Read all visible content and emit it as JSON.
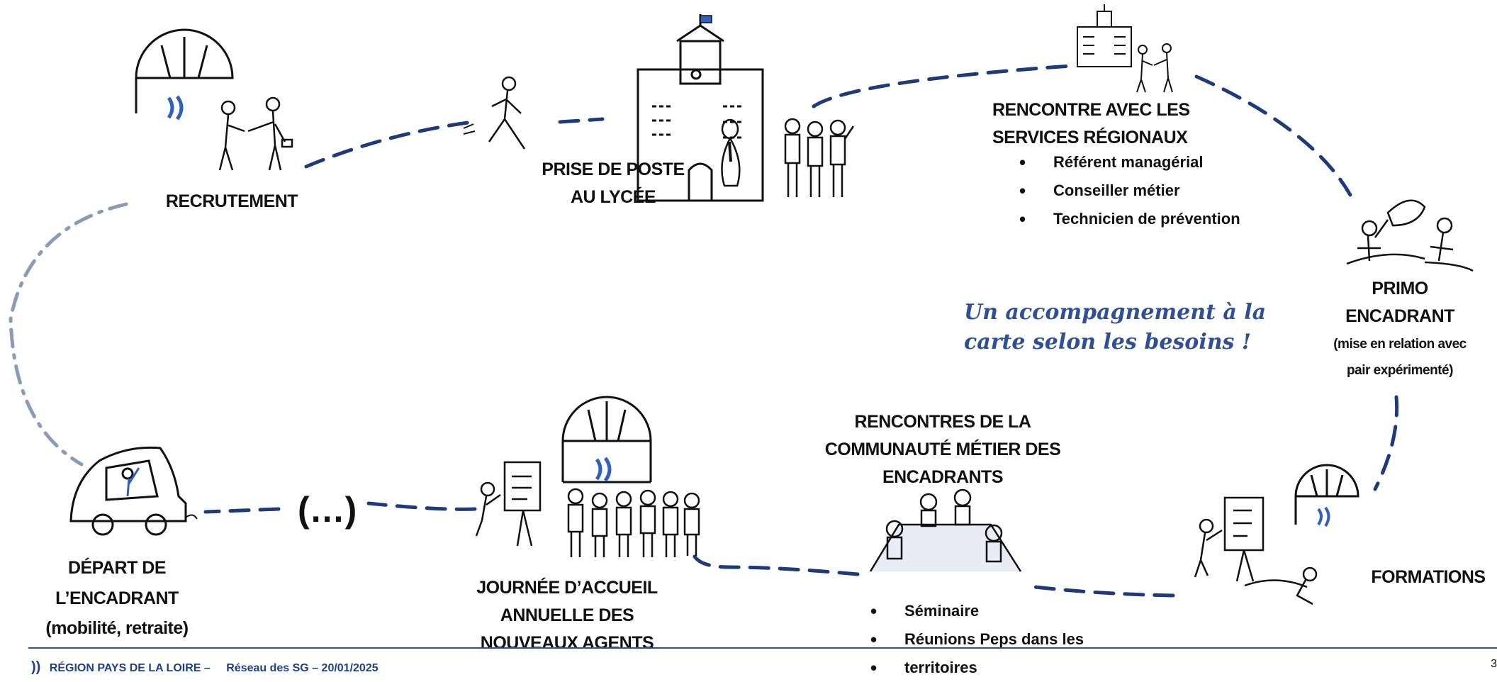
{
  "steps": {
    "recrutement": "RECRUTEMENT",
    "prise_de_poste": [
      "PRISE DE POSTE",
      "AU LYCÉE"
    ],
    "rencontre_services": {
      "title": [
        "RENCONTRE AVEC LES",
        "SERVICES RÉGIONAUX"
      ],
      "items": [
        "Référent managérial",
        "Conseiller métier",
        "Technicien de prévention"
      ]
    },
    "primo_encadrant": {
      "title": [
        "PRIMO",
        "ENCADRANT"
      ],
      "note": [
        "(mise en relation avec",
        "pair expérimenté)"
      ]
    },
    "formations": "FORMATIONS",
    "rencontres_communaute": {
      "title": [
        "RENCONTRES DE LA",
        "COMMUNAUTÉ MÉTIER DES",
        "ENCADRANTS"
      ],
      "items": [
        "Séminaire",
        "Réunions Peps dans les",
        "territoires"
      ]
    },
    "journee_accueil": [
      "JOURNÉE D’ACCUEIL",
      "ANNUELLE DES",
      "NOUVEAUX AGENTS"
    ],
    "depart": [
      "DÉPART DE",
      "L’ENCADRANT",
      "(mobilité, retraite)"
    ],
    "ellipsis": "(…)"
  },
  "tagline": [
    "Un accompagnement à la",
    "carte selon les besoins !"
  ],
  "footer": {
    "logo_mark": "))",
    "org": "RÉGION PAYS DE LA LOIRE –",
    "event": "Réseau des SG – 20/01/2025",
    "page": "3"
  },
  "icons": [
    "observatory-icon",
    "handshake-icon",
    "walking-person-icon",
    "school-building-icon",
    "people-group-icon",
    "speech-bubble-icon",
    "presentation-board-icon",
    "car-icon",
    "podium-icon"
  ],
  "colors": {
    "path": "#1f3a7a",
    "loop_back": "#8a9bb8",
    "accent": "#2f4f96"
  }
}
